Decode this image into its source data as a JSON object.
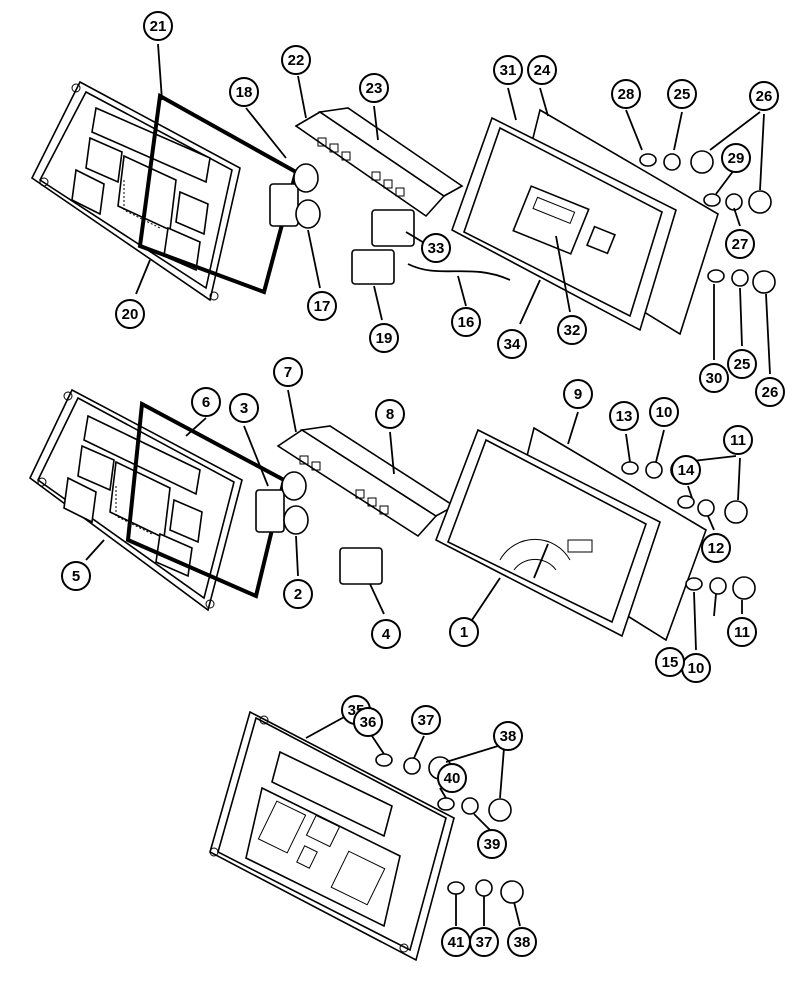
{
  "callouts": [
    {
      "id": "c21",
      "label": "21"
    },
    {
      "id": "c22",
      "label": "22"
    },
    {
      "id": "c23",
      "label": "23"
    },
    {
      "id": "c18",
      "label": "18"
    },
    {
      "id": "c31",
      "label": "31"
    },
    {
      "id": "c24",
      "label": "24"
    },
    {
      "id": "c28",
      "label": "28"
    },
    {
      "id": "c25a",
      "label": "25"
    },
    {
      "id": "c26a",
      "label": "26"
    },
    {
      "id": "c29",
      "label": "29"
    },
    {
      "id": "c27",
      "label": "27"
    },
    {
      "id": "c33",
      "label": "33"
    },
    {
      "id": "c20",
      "label": "20"
    },
    {
      "id": "c17",
      "label": "17"
    },
    {
      "id": "c19",
      "label": "19"
    },
    {
      "id": "c16",
      "label": "16"
    },
    {
      "id": "c34",
      "label": "34"
    },
    {
      "id": "c32",
      "label": "32"
    },
    {
      "id": "c30",
      "label": "30"
    },
    {
      "id": "c25b",
      "label": "25"
    },
    {
      "id": "c26b",
      "label": "26"
    },
    {
      "id": "c7",
      "label": "7"
    },
    {
      "id": "c6",
      "label": "6"
    },
    {
      "id": "c3",
      "label": "3"
    },
    {
      "id": "c8",
      "label": "8"
    },
    {
      "id": "c9",
      "label": "9"
    },
    {
      "id": "c13",
      "label": "13"
    },
    {
      "id": "c10a",
      "label": "10"
    },
    {
      "id": "c11a",
      "label": "11"
    },
    {
      "id": "c14",
      "label": "14"
    },
    {
      "id": "c12",
      "label": "12"
    },
    {
      "id": "c5",
      "label": "5"
    },
    {
      "id": "c2",
      "label": "2"
    },
    {
      "id": "c4",
      "label": "4"
    },
    {
      "id": "c1",
      "label": "1"
    },
    {
      "id": "c10b",
      "label": "10"
    },
    {
      "id": "c11b",
      "label": "11"
    },
    {
      "id": "c15",
      "label": "15"
    },
    {
      "id": "c35",
      "label": "35"
    },
    {
      "id": "c36",
      "label": "36"
    },
    {
      "id": "c37a",
      "label": "37"
    },
    {
      "id": "c38a",
      "label": "38"
    },
    {
      "id": "c40",
      "label": "40"
    },
    {
      "id": "c39",
      "label": "39"
    },
    {
      "id": "c41",
      "label": "41"
    },
    {
      "id": "c37b",
      "label": "37"
    },
    {
      "id": "c38b",
      "label": "38"
    }
  ]
}
